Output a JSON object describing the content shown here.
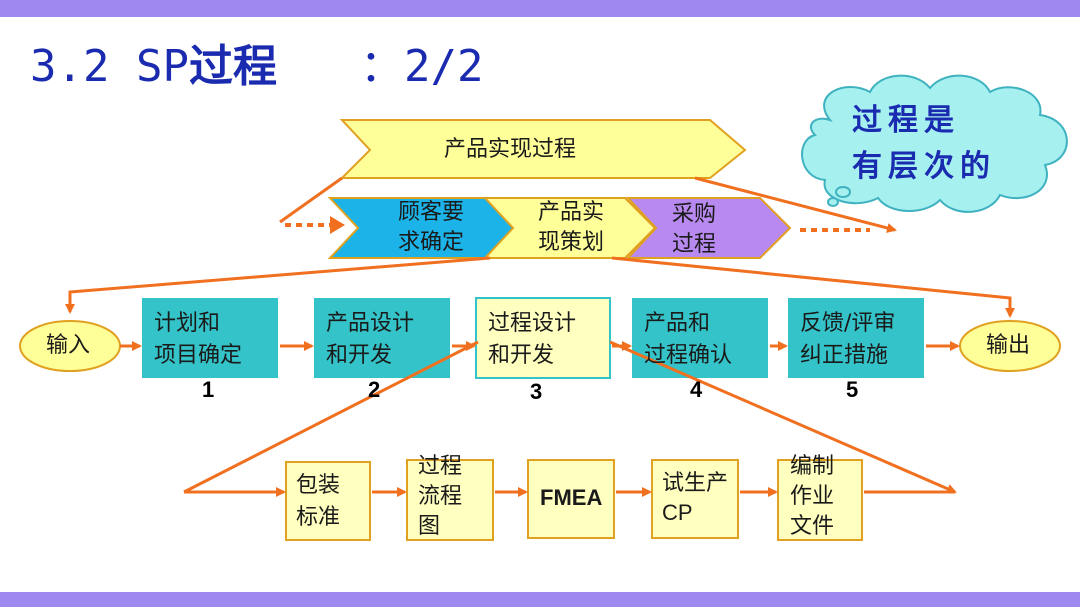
{
  "header": {
    "title_num": "3.2 SP",
    "title_cjk": "过程",
    "title_page": "：2/2"
  },
  "cloud": {
    "text": "过程是\n有层次的"
  },
  "top_arrow": {
    "label": "产品实现过程"
  },
  "subprocesses": [
    {
      "label": "顾客要\n求确定"
    },
    {
      "label": "产品实\n现策划"
    },
    {
      "label": "采购\n过程"
    }
  ],
  "main_flow": {
    "input": "输入",
    "output": "输出",
    "steps": [
      {
        "label": "计划和\n项目确定",
        "number": "1"
      },
      {
        "label": "产品设计\n和开发",
        "number": "2"
      },
      {
        "label": "过程设计\n和开发",
        "number": "3"
      },
      {
        "label": "产品和\n过程确认",
        "number": "4"
      },
      {
        "label": "反馈/评审\n纠正措施",
        "number": "5"
      }
    ]
  },
  "sub_flow": {
    "steps": [
      {
        "label": "包装\n标准"
      },
      {
        "label": "过程\n流程\n图"
      },
      {
        "label": "FMEA"
      },
      {
        "label": "试生产\nCP"
      },
      {
        "label": "编制\n作业\n文件"
      }
    ]
  },
  "colors": {
    "band": "#9f88f0",
    "title": "#1a2bb0",
    "arrow": "#f07020",
    "teal": "#34c3c8",
    "yellow_light": "#ffff99",
    "yellow_box": "#ffffc0",
    "purple": "#b889f0",
    "cyan": "#1cb4e8",
    "cloud": "#a6f0f0"
  }
}
